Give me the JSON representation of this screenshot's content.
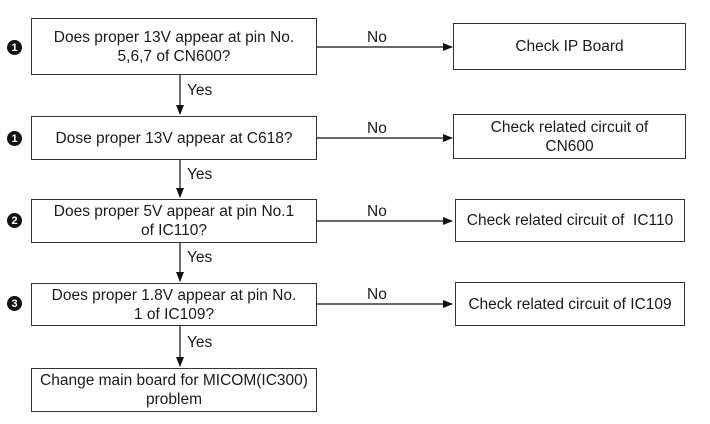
{
  "steps": [
    {
      "badge": "1",
      "question": "Does proper 13V appear at pin No. 5,6,7 of CN600?",
      "no_label": "No",
      "no_action": "Check IP Board",
      "yes_label": "Yes"
    },
    {
      "badge": "1",
      "question": "Dose proper 13V appear at C618?",
      "no_label": "No",
      "no_action": "Check related circuit of CN600",
      "yes_label": "Yes"
    },
    {
      "badge": "2",
      "question": "Does proper 5V appear at pin No.1 of IC110?",
      "no_label": "No",
      "no_action": "Check related circuit of  IC110",
      "yes_label": "Yes"
    },
    {
      "badge": "3",
      "question": "Does proper 1.8V appear at pin No. 1 of IC109?",
      "no_label": "No",
      "no_action": "Check related circuit of IC109",
      "yes_label": "Yes"
    }
  ],
  "final_action": "Change main board for MICOM(IC300) problem"
}
